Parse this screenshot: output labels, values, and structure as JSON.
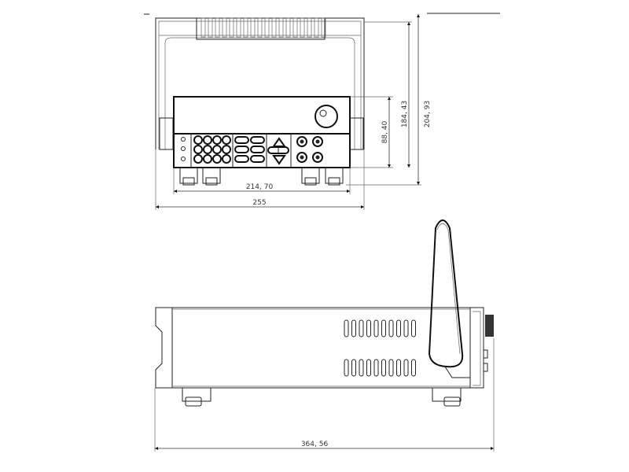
{
  "front_view": {
    "dimensions": {
      "panel_width": "214, 70",
      "overall_width": "255",
      "panel_height": "88, 40",
      "body_height": "184, 43",
      "overall_height": "204, 93"
    }
  },
  "side_view": {
    "dimensions": {
      "overall_depth": "364, 56"
    }
  },
  "colors": {
    "line": "#222222",
    "background": "#ffffff"
  }
}
